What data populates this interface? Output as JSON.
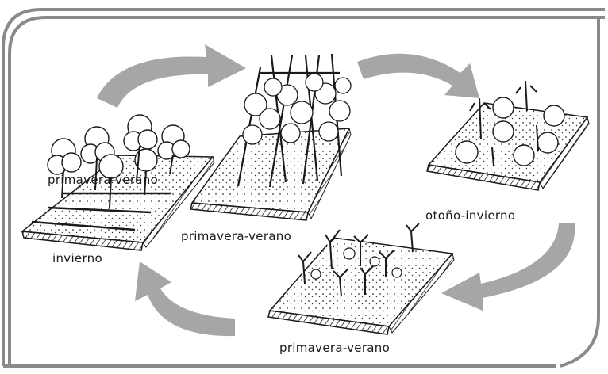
{
  "labels": {
    "bed1_top": "primavera-verano",
    "bed1_bottom": "invierno",
    "bed2": "primavera-verano",
    "bed3": "otoño-invierno",
    "bed4": "primavera-verano"
  },
  "colors": {
    "frame_stroke": "#8a8a8a",
    "arrow_fill": "#a6a6a6",
    "ink": "#1a1a1a",
    "soil": "#2b2b2b"
  },
  "icons": {
    "arrow_1": "curved-arrow-right",
    "arrow_2": "curved-arrow-down-right",
    "arrow_3": "curved-arrow-down-left",
    "arrow_4": "curved-arrow-up-left",
    "bed_1": "leafy-vegetable-bed-illustration",
    "bed_2": "trellised-bean-bed-illustration",
    "bed_3": "cabbage-and-leek-bed-illustration",
    "bed_4": "young-seedling-bed-illustration"
  }
}
